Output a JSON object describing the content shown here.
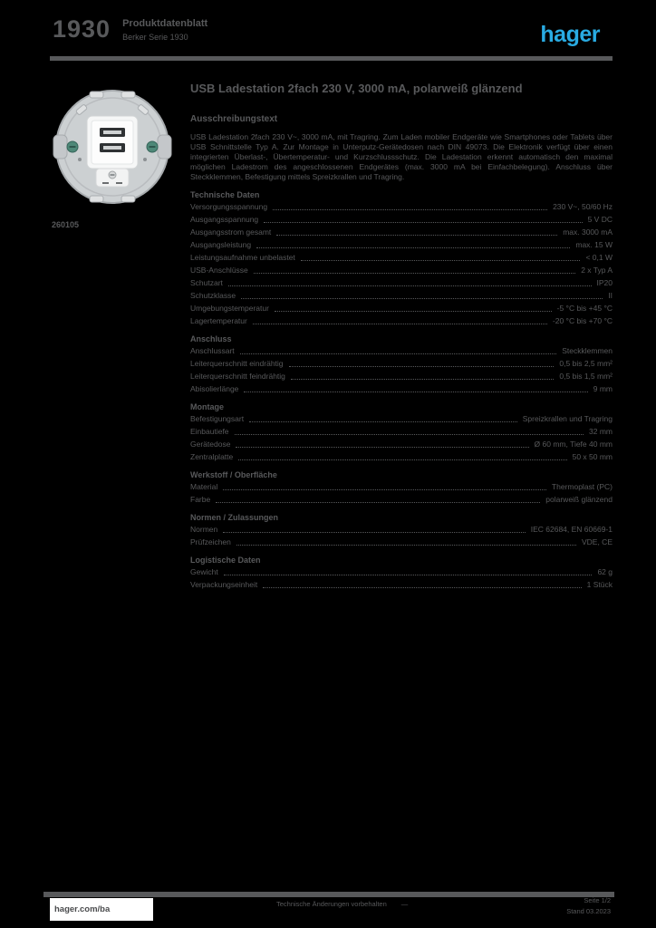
{
  "colors": {
    "background": "#000000",
    "text": "#58595B",
    "accent": "#29ABE2",
    "screw_green": "#4E8878"
  },
  "header": {
    "series_big": "1930",
    "line1": "Produktdatenblatt",
    "line2": "Berker Serie 1930",
    "logo_text": "hager"
  },
  "product_panel": {
    "image_caption": "260105",
    "image_name": "usb-charging-station-insert-photo"
  },
  "article": {
    "title": "USB Ladestation 2fach 230 V, 3000 mA, polarweiß glänzend",
    "section_label": "Ausschreibungstext",
    "description": "USB Ladestation 2fach 230 V~, 3000 mA, mit Tragring. Zum Laden mobiler Endgeräte wie Smartphones oder Tablets über USB Schnittstelle Typ A. Zur Montage in Unterputz-Gerätedosen nach DIN 49073. Die Elektronik verfügt über einen integrierten Überlast-, Übertemperatur- und Kurzschlussschutz. Die Ladestation erkennt automatisch den maximal möglichen Ladestrom des angeschlossenen Endgerätes (max. 3000 mA bei Einfachbelegung). Anschluss über Steckklemmen, Befestigung mittels Spreizkrallen und Tragring."
  },
  "specs": [
    {
      "type": "group",
      "label": "Technische Daten"
    },
    {
      "type": "row",
      "label": "Versorgungsspannung",
      "value": "230 V~, 50/60 Hz"
    },
    {
      "type": "row",
      "label": "Ausgangsspannung",
      "value": "5 V DC"
    },
    {
      "type": "row",
      "label": "Ausgangsstrom gesamt",
      "value": "max. 3000 mA"
    },
    {
      "type": "row",
      "label": "Ausgangsleistung",
      "value": "max. 15 W"
    },
    {
      "type": "row",
      "label": "Leistungsaufnahme unbelastet",
      "value": "< 0,1 W"
    },
    {
      "type": "row",
      "label": "USB-Anschlüsse",
      "value": "2 x Typ A"
    },
    {
      "type": "row",
      "label": "Schutzart",
      "value": "IP20"
    },
    {
      "type": "row",
      "label": "Schutzklasse",
      "value": "II"
    },
    {
      "type": "row",
      "label": "Umgebungstemperatur",
      "value": "-5 °C bis +45 °C"
    },
    {
      "type": "row",
      "label": "Lagertemperatur",
      "value": "-20 °C bis +70 °C"
    },
    {
      "type": "group",
      "label": "Anschluss"
    },
    {
      "type": "row",
      "label": "Anschlussart",
      "value": "Steckklemmen"
    },
    {
      "type": "row",
      "label": "Leiterquerschnitt eindrähtig",
      "value": "0,5 bis 2,5 mm²"
    },
    {
      "type": "row",
      "label": "Leiterquerschnitt feindrähtig",
      "value": "0,5 bis 1,5 mm²"
    },
    {
      "type": "row",
      "label": "Abisolierlänge",
      "value": "9 mm"
    },
    {
      "type": "group",
      "label": "Montage"
    },
    {
      "type": "row",
      "label": "Befestigungsart",
      "value": "Spreizkrallen und Tragring"
    },
    {
      "type": "row",
      "label": "Einbautiefe",
      "value": "32 mm"
    },
    {
      "type": "row",
      "label": "Gerätedose",
      "value": "Ø 60 mm, Tiefe 40 mm"
    },
    {
      "type": "row",
      "label": "Zentralplatte",
      "value": "50 x 50 mm"
    },
    {
      "type": "group",
      "label": "Werkstoff / Oberfläche"
    },
    {
      "type": "row",
      "label": "Material",
      "value": "Thermoplast (PC)"
    },
    {
      "type": "row",
      "label": "Farbe",
      "value": "polarweiß glänzend"
    },
    {
      "type": "group",
      "label": "Normen / Zulassungen"
    },
    {
      "type": "row",
      "label": "Normen",
      "value": "IEC 62684, EN 60669-1"
    },
    {
      "type": "row",
      "label": "Prüfzeichen",
      "value": "VDE, CE"
    },
    {
      "type": "group",
      "label": "Logistische Daten"
    },
    {
      "type": "row",
      "label": "Gewicht",
      "value": "62 g"
    },
    {
      "type": "row",
      "label": "Verpackungseinheit",
      "value": "1 Stück"
    }
  ],
  "footer": {
    "site_link": "hager.com/ba",
    "center_text": "Technische Änderungen vorbehalten",
    "center_dash": "—",
    "right_line1": "Seite 1/2",
    "right_line2": "Stand 03.2023"
  }
}
